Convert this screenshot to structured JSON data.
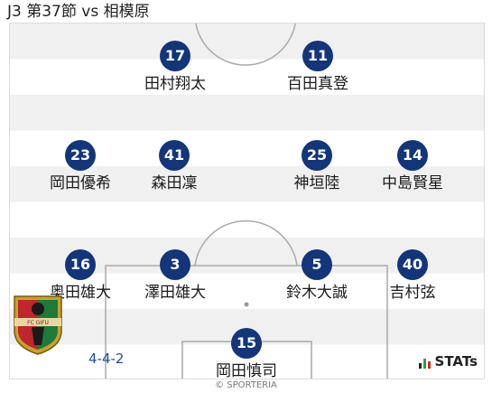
{
  "header": {
    "title": "J3 第37節 vs 相模原"
  },
  "formation": "4-4-2",
  "players": [
    {
      "number": "17",
      "name": "田村翔太"
    },
    {
      "number": "11",
      "name": "百田真登"
    },
    {
      "number": "23",
      "name": "岡田優希"
    },
    {
      "number": "41",
      "name": "森田凜"
    },
    {
      "number": "25",
      "name": "神垣陸"
    },
    {
      "number": "14",
      "name": "中島賢星"
    },
    {
      "number": "16",
      "name": "奥田雄大"
    },
    {
      "number": "3",
      "name": "澤田雄大"
    },
    {
      "number": "5",
      "name": "鈴木大誠"
    },
    {
      "number": "40",
      "name": "吉村弦"
    },
    {
      "number": "15",
      "name": "岡田慎司"
    }
  ],
  "crest": {
    "text": "FC GIFU"
  },
  "stats_logo": {
    "label": "STATs"
  },
  "copyright": "© SPORTERIA",
  "colors": {
    "number_badge": "#13357a",
    "formation_text": "#1d4fa0",
    "stripe_dark": "#f0f0f0",
    "stripe_light": "#ffffff"
  }
}
